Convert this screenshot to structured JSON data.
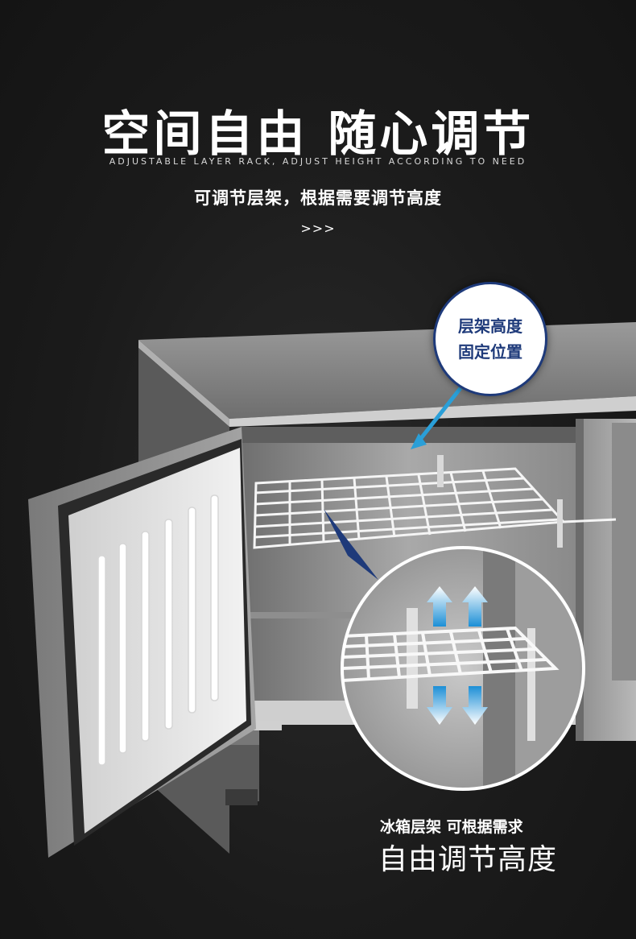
{
  "header": {
    "headline": "空间自由  随心调节",
    "subtitle_en": "ADJUSTABLE LAYER RACK, ADJUST HEIGHT ACCORDING TO NEED",
    "subtitle_cn": "可调节层架，根据需要调节高度",
    "arrows": ">>>"
  },
  "callout": {
    "line1": "层架高度",
    "line2": "固定位置"
  },
  "caption": {
    "small": "冰箱层架  可根据需求",
    "big": "自由调节高度"
  },
  "colors": {
    "background": "#1b1b1b",
    "accent_blue": "#1e3a7a",
    "arrow_blue": "#2a9fd8",
    "steel": "#bcbcbc"
  }
}
